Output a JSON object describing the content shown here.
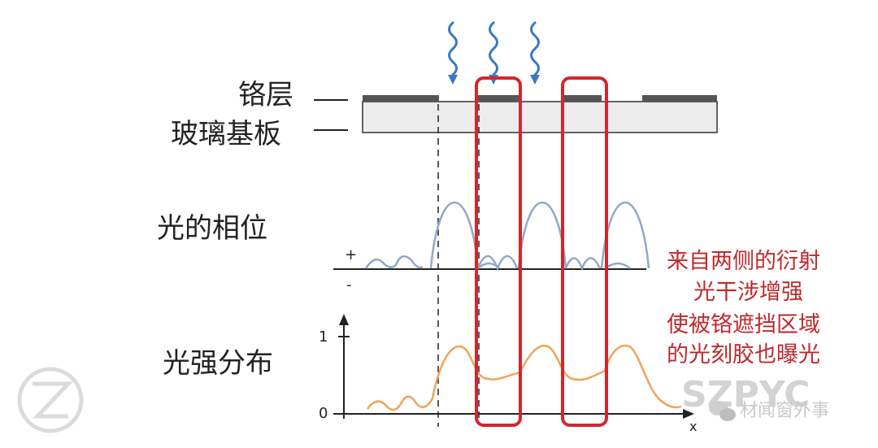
{
  "labels": {
    "chrome_layer": "铬层",
    "glass_substrate": "玻璃基板",
    "light_phase": "光的相位",
    "intensity_distribution": "光强分布"
  },
  "axis_marks": {
    "plus": "+",
    "minus": "-",
    "one": "1",
    "zero": "0",
    "x": "x"
  },
  "annotation": {
    "lines": [
      "来自两侧的衍射",
      "光干涉增强",
      "使被铬遮挡区域",
      "的光刻胶也曝光"
    ]
  },
  "watermark": {
    "brand": "SZPYC",
    "source": "材闻窗外事"
  },
  "colors": {
    "phase_curve": "#8fa9c9",
    "intensity_curve": "#f0a35c",
    "highlight_box": "#d4262b",
    "light_arrows": "#3a78c9",
    "chrome": "#555555",
    "glass": "#ececec",
    "annotation_text": "#c0282d"
  },
  "icons": {
    "light_arrow": "wavy-down-arrow-icon",
    "logo": "swirl-logo-icon",
    "wechat": "wechat-icon"
  }
}
